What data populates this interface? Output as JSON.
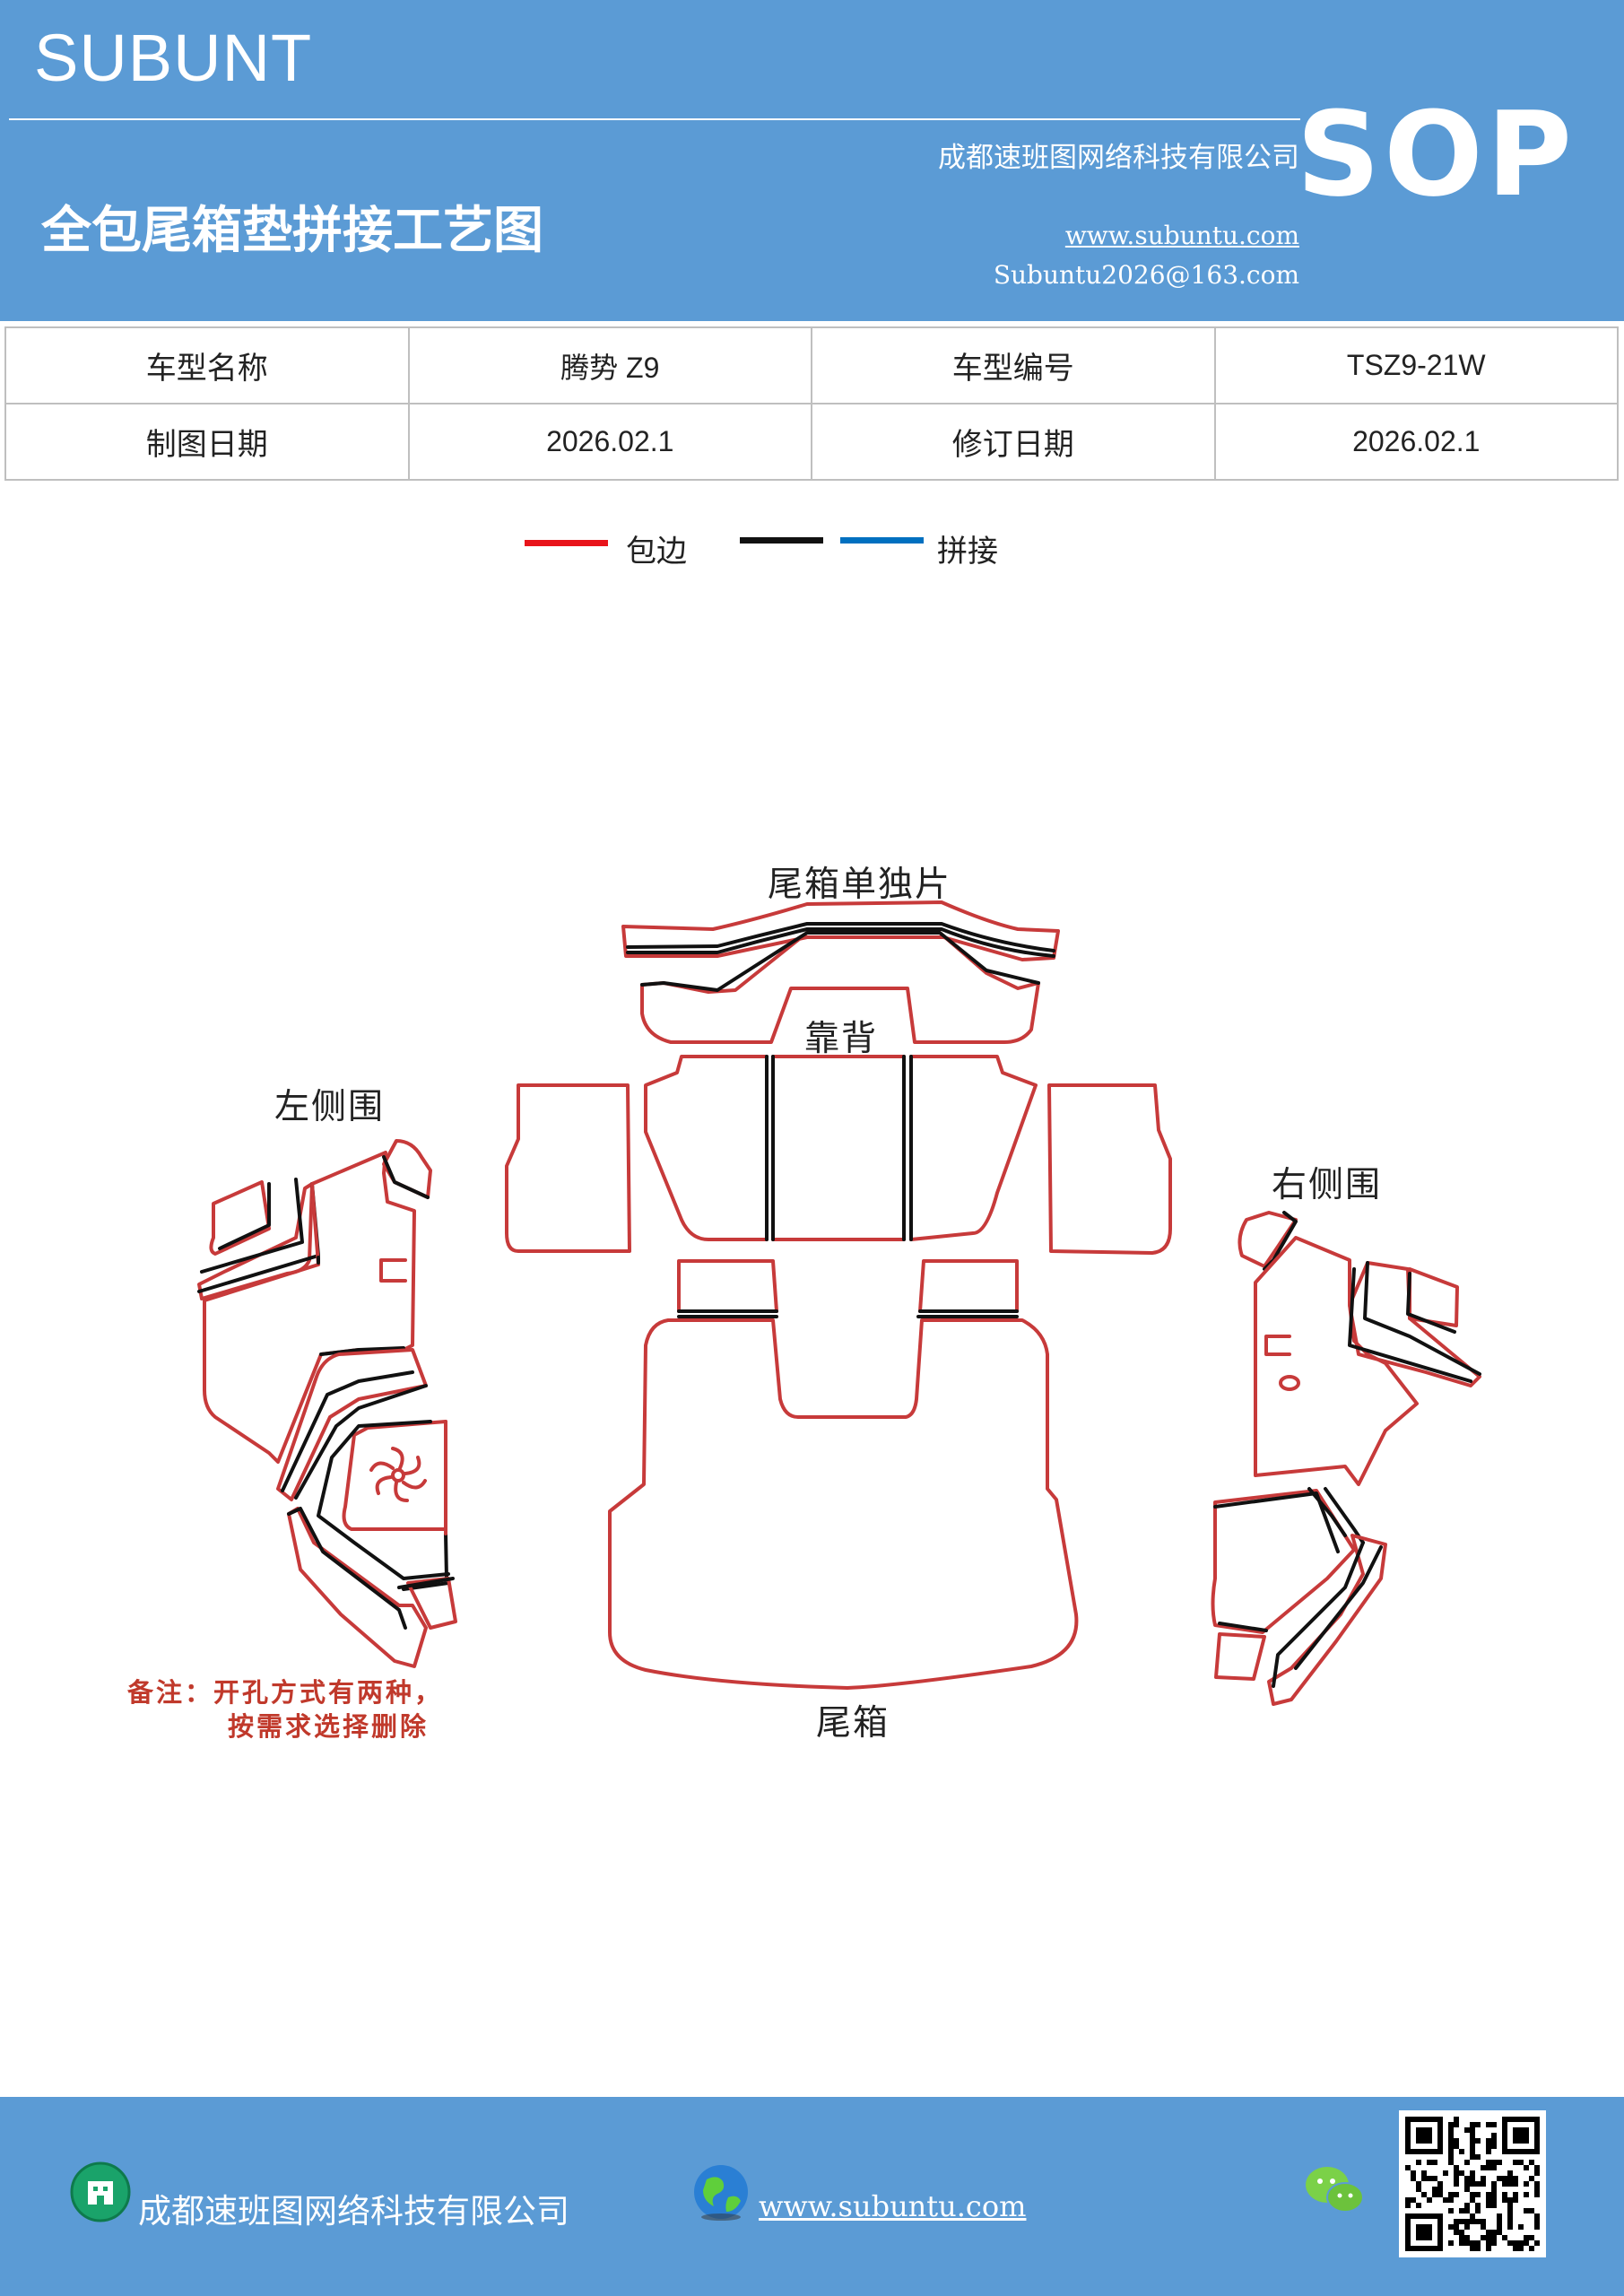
{
  "header": {
    "brand": "SUBUNT",
    "company": "成都速班图网络科技有限公司",
    "doc_type": "SOP",
    "title": "全包尾箱垫拼接工艺图",
    "website": "www.subuntu.com",
    "email": "Subuntu2026@163.com"
  },
  "info_table": {
    "rows": [
      [
        "车型名称",
        "腾势 Z9",
        "车型编号",
        "TSZ9-21W"
      ],
      [
        "制图日期",
        "2026.02.1",
        "修订日期",
        "2026.02.1"
      ]
    ]
  },
  "legend": {
    "items": [
      {
        "color": "#e8141b",
        "label": "包边"
      },
      {
        "color": "#111111",
        "label": ""
      },
      {
        "color": "#0070c0",
        "label": "拼接"
      }
    ]
  },
  "diagram": {
    "labels": {
      "trunk_single": "尾箱单独片",
      "backrest": "靠背",
      "left_side": "左侧围",
      "right_side": "右侧围",
      "trunk": "尾箱"
    },
    "note": {
      "line1": "备注：开孔方式有两种，",
      "line2": "按需求选择删除"
    },
    "colors": {
      "edge": "#c73a3a",
      "seam": "#111111"
    }
  },
  "footer": {
    "company": "成都速班图网络科技有限公司",
    "website": "www.subuntu.com",
    "icons": [
      "building-icon",
      "globe-icon",
      "wechat-icon",
      "qr-code"
    ]
  }
}
